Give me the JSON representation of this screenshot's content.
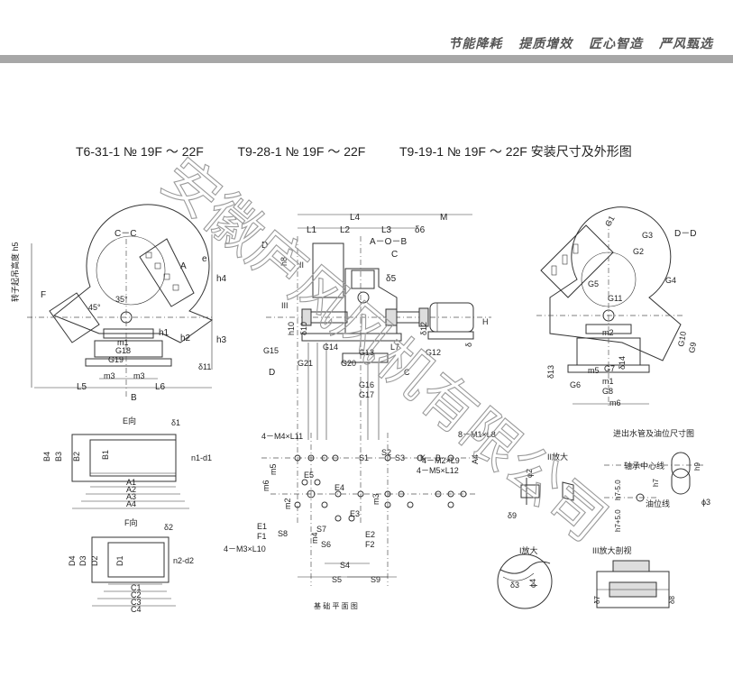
{
  "header": {
    "slogans": [
      "节能降耗",
      "提质增效",
      "匠心智造",
      "严风甄选"
    ]
  },
  "title": {
    "part1": "T6-31-1 № 19F ～ 22F",
    "part2": "T9-28-1 № 19F ～ 22F",
    "part3": "T9-19-1 № 19F ～ 22F 安装尺寸及外形图"
  },
  "watermark": "安徽庐风风机有限公司",
  "view_cc": {
    "title": "C－C",
    "labels": {
      "rotor_height": "转子起吊高度 h5",
      "f": "F",
      "angle45": "45°",
      "angle35": "35°",
      "a": "A",
      "e": "e",
      "h4": "h4",
      "h3": "h3",
      "h1": "h1",
      "h2": "h2",
      "m1": "m1",
      "g18": "G18",
      "g19": "G19",
      "d11": "δ11",
      "m3a": "m3",
      "m3b": "m3",
      "l5": "L5",
      "l6": "L6",
      "b": "B"
    }
  },
  "view_front": {
    "labels": {
      "l4": "L4",
      "m": "M",
      "l1": "L1",
      "l2": "L2",
      "l3": "L3",
      "d6": "δ6",
      "aob": "A－O－B",
      "c": "C",
      "d5": "δ5",
      "d": "D",
      "h8": "h8",
      "ii": "II",
      "iii": "III",
      "h10": "h10",
      "d10": "δ10",
      "d12": "δ12",
      "g15": "G15",
      "g14": "G14",
      "g13": "G13",
      "l7": "L7",
      "g12": "G12",
      "g21": "G21",
      "g20": "G20",
      "g16": "G16",
      "g17": "G17",
      "c2": "C",
      "d2": "D",
      "h": "H",
      "d_small": "δ"
    }
  },
  "view_dd": {
    "title": "D－D",
    "labels": {
      "g1": "G1",
      "g2": "G2",
      "g3": "G3",
      "g4": "G4",
      "g5": "G5",
      "g11": "G11",
      "m2": "m2",
      "g10": "G10",
      "g9": "G9",
      "g7": "G7",
      "m5": "m5",
      "d13": "δ13",
      "d14": "δ14",
      "g6": "G6",
      "m1": "m1",
      "g8": "G8",
      "m6": "m6"
    }
  },
  "view_e": {
    "title": "E向",
    "labels": {
      "d1": "δ1",
      "b4": "B4",
      "b3": "B3",
      "b2": "B2",
      "b1": "B1",
      "n1d1": "n1-d1",
      "a1": "A1",
      "a2": "A2",
      "a3": "A3",
      "a4": "A4"
    }
  },
  "view_f": {
    "title": "F向",
    "labels": {
      "d2": "δ2",
      "d4": "D4",
      "d3": "D3",
      "d2b": "D2",
      "d1": "D1",
      "n2d2": "n2-d2",
      "c1": "C1",
      "c2": "C2",
      "c3": "C3",
      "c4": "C4"
    }
  },
  "foundation": {
    "caption": "基 础 平 面 图",
    "labels": {
      "m4l11": "4－M4×L11",
      "m1l8": "8－M1×L8",
      "m2l9": "4－M2×L9",
      "m5l12": "4－M5×L12",
      "m3l10": "4－M3×L10",
      "s1": "S1",
      "s2": "S2",
      "s3": "S3",
      "k": "K",
      "b": "B",
      "a4": "A4",
      "m5": "m5",
      "e5": "E5",
      "e4": "E4",
      "m6": "m6",
      "m2": "m2",
      "m3": "m3",
      "m4": "m4",
      "e3": "E3",
      "e2": "E2",
      "f2": "F2",
      "e1": "E1",
      "f1": "F1",
      "s8": "S8",
      "s7": "S7",
      "s6": "S6",
      "s4": "S4",
      "s5": "S5",
      "s9": "S9"
    }
  },
  "detail_pipe": {
    "title": "进出水管及油位尺寸图",
    "labels": {
      "bearing": "轴承中心线",
      "oil": "油位线",
      "h7m": "h7-5.0",
      "h7p": "h7+5.0",
      "h7": "h7",
      "h9": "h9",
      "d3": "ϕ3"
    }
  },
  "detail_ii": {
    "title": "II放大",
    "labels": {
      "phi2": "ϕ2",
      "d9": "δ9"
    }
  },
  "detail_i": {
    "title": "I放大",
    "labels": {
      "d3": "δ3",
      "phi4": "ϕ4"
    }
  },
  "detail_iii": {
    "title": "III放大剖视",
    "labels": {
      "d7": "δ7",
      "d8": "δ8"
    }
  }
}
